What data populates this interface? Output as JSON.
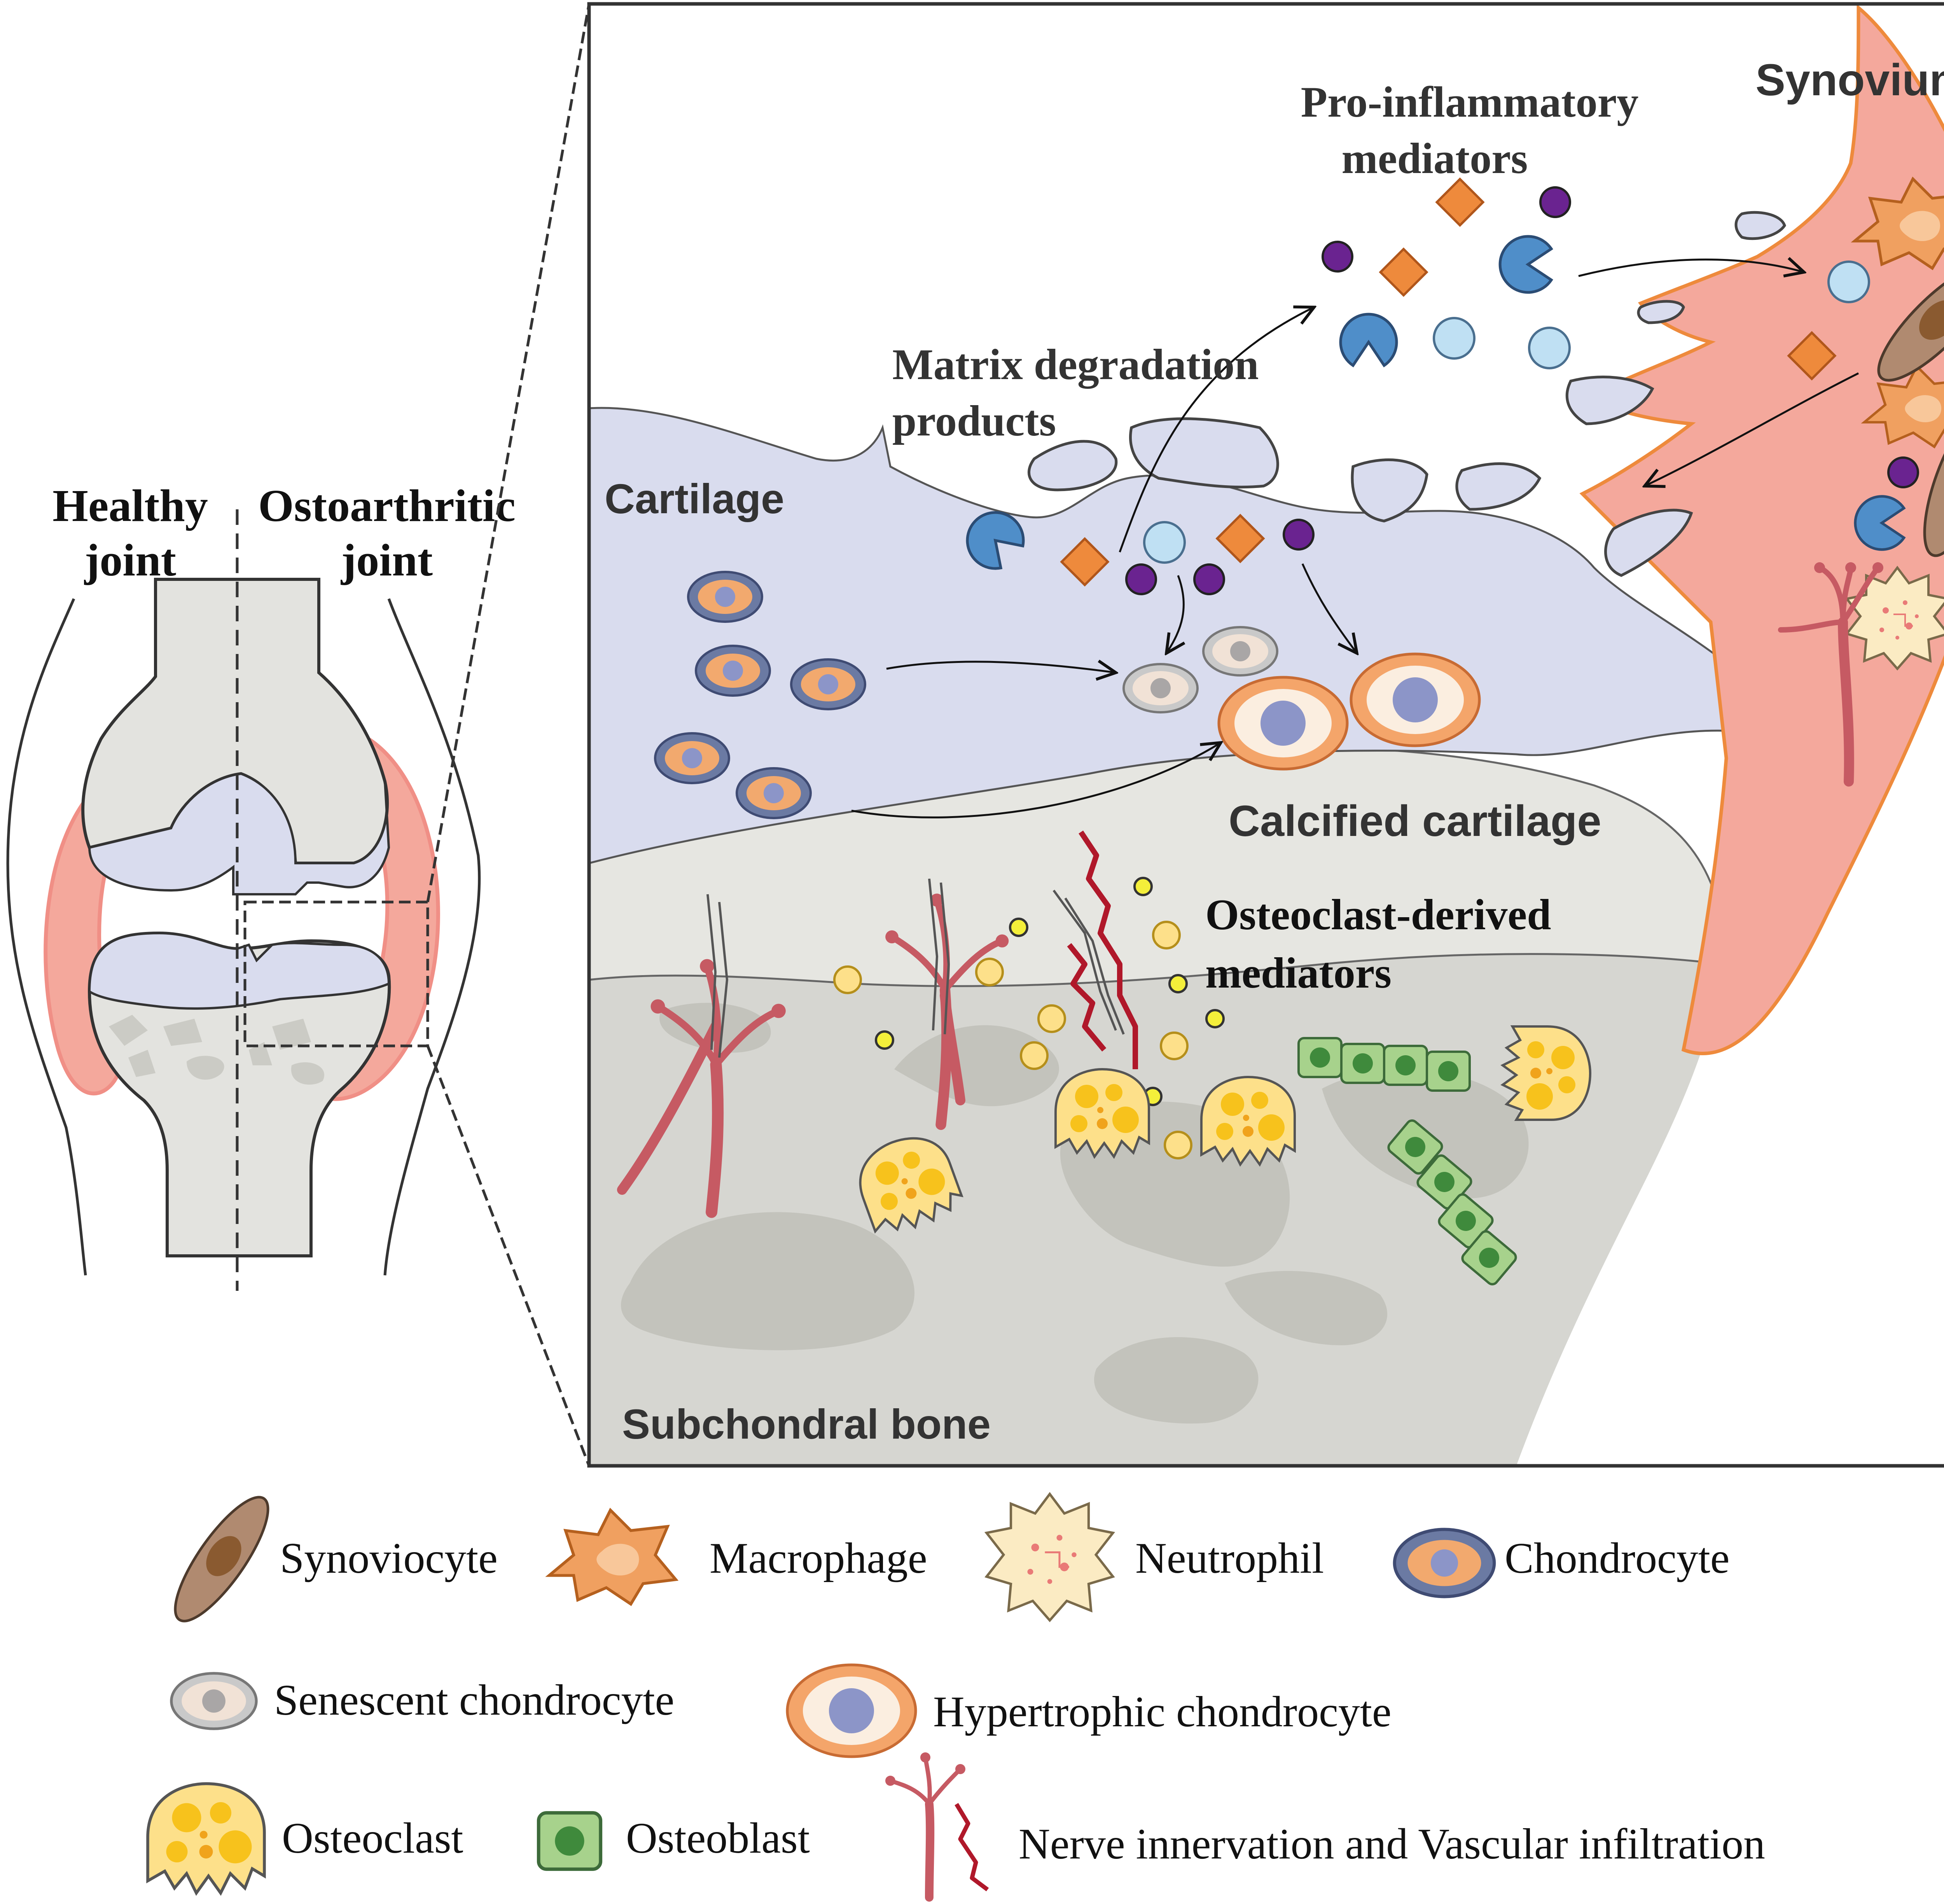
{
  "joint": {
    "healthy_label_1": "Healthy",
    "healthy_label_2": "joint",
    "oa_label_1": "Ostoarthritic",
    "oa_label_2": "joint"
  },
  "panel": {
    "synovium": "Synovium",
    "pro_inflammatory_1": "Pro-inflammatory",
    "pro_inflammatory_2": "mediators",
    "matrix_1": "Matrix degradation",
    "matrix_2": "products",
    "cartilage": "Cartilage",
    "calcified": "Calcified cartilage",
    "osteoclast_derived_1": "Osteoclast-derived",
    "osteoclast_derived_2": "mediators",
    "subchondral": "Subchondral bone"
  },
  "legend": {
    "synoviocyte": "Synoviocyte",
    "macrophage": "Macrophage",
    "neutrophil": "Neutrophil",
    "chondrocyte": "Chondrocyte",
    "senescent": "Senescent chondrocyte",
    "hypertrophic": "Hypertrophic chondrocyte",
    "osteoclast": "Osteoclast",
    "osteoblast": "Osteoblast",
    "nerve": "Nerve innervation and Vascular infiltration"
  },
  "colors": {
    "cartilage": "#d9dcee",
    "bone": "#e3e3df",
    "bone_dark": "#cbcbc5",
    "synovium": "#f4a89c",
    "synovium_edge": "#ee8a3c",
    "macrophage": "#f0a060",
    "chondrocyte_outer": "#6b7aa3",
    "chondrocyte_inner": "#f2a96e",
    "nucleus": "#8c95c8",
    "osteoclast": "#fde08a",
    "osteoblast": "#a7d28c",
    "vessel": "#c65a63",
    "nerve": "#b0182a"
  }
}
